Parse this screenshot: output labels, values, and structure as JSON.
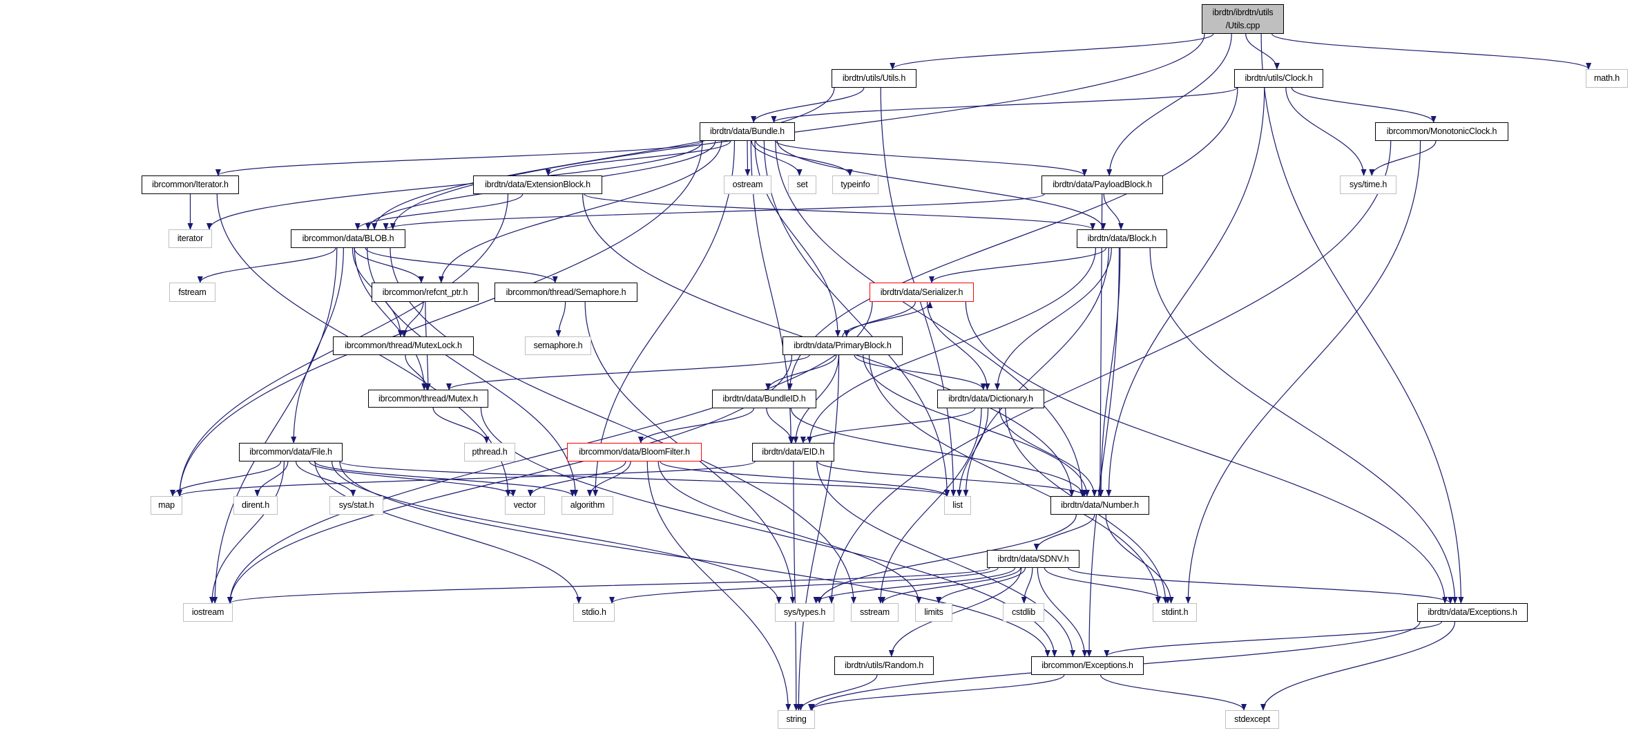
{
  "graph": {
    "colors": {
      "edge": "#191970",
      "file_border": "#000000",
      "system_border": "#bfbfbf",
      "truncated_border": "#ff0000",
      "root_fill": "#bfbfbf"
    },
    "nodes": [
      {
        "id": "utils_cpp",
        "label": "ibrdtn/ibrdtn/utils\n/Utils.cpp",
        "kind": "root"
      },
      {
        "id": "utils_h",
        "label": "ibrdtn/utils/Utils.h",
        "kind": "file"
      },
      {
        "id": "clock_h",
        "label": "ibrdtn/utils/Clock.h",
        "kind": "file"
      },
      {
        "id": "math_h",
        "label": "math.h",
        "kind": "system"
      },
      {
        "id": "monoclock_h",
        "label": "ibrcommon/MonotonicClock.h",
        "kind": "file"
      },
      {
        "id": "bundle_h",
        "label": "ibrdtn/data/Bundle.h",
        "kind": "file"
      },
      {
        "id": "systime_h",
        "label": "sys/time.h",
        "kind": "system"
      },
      {
        "id": "iterator_hdr",
        "label": "ibrcommon/Iterator.h",
        "kind": "file"
      },
      {
        "id": "extblock_h",
        "label": "ibrdtn/data/ExtensionBlock.h",
        "kind": "file"
      },
      {
        "id": "ostream",
        "label": "ostream",
        "kind": "system"
      },
      {
        "id": "set",
        "label": "set",
        "kind": "system"
      },
      {
        "id": "typeinfo",
        "label": "typeinfo",
        "kind": "system"
      },
      {
        "id": "payload_h",
        "label": "ibrdtn/data/PayloadBlock.h",
        "kind": "file"
      },
      {
        "id": "iterator",
        "label": "iterator",
        "kind": "system"
      },
      {
        "id": "blob_h",
        "label": "ibrcommon/data/BLOB.h",
        "kind": "file"
      },
      {
        "id": "block_h",
        "label": "ibrdtn/data/Block.h",
        "kind": "file"
      },
      {
        "id": "fstream",
        "label": "fstream",
        "kind": "system"
      },
      {
        "id": "refcnt_h",
        "label": "ibrcommon/refcnt_ptr.h",
        "kind": "file"
      },
      {
        "id": "semaphore_hdr",
        "label": "ibrcommon/thread/Semaphore.h",
        "kind": "file"
      },
      {
        "id": "serializer_h",
        "label": "ibrdtn/data/Serializer.h",
        "kind": "truncated"
      },
      {
        "id": "mutexlock_h",
        "label": "ibrcommon/thread/MutexLock.h",
        "kind": "file"
      },
      {
        "id": "semaphore_h",
        "label": "semaphore.h",
        "kind": "system"
      },
      {
        "id": "primary_h",
        "label": "ibrdtn/data/PrimaryBlock.h",
        "kind": "file"
      },
      {
        "id": "mutex_h",
        "label": "ibrcommon/thread/Mutex.h",
        "kind": "file"
      },
      {
        "id": "bundleid_h",
        "label": "ibrdtn/data/BundleID.h",
        "kind": "file"
      },
      {
        "id": "dictionary_h",
        "label": "ibrdtn/data/Dictionary.h",
        "kind": "file"
      },
      {
        "id": "file_h",
        "label": "ibrcommon/data/File.h",
        "kind": "file"
      },
      {
        "id": "pthread_h",
        "label": "pthread.h",
        "kind": "system"
      },
      {
        "id": "bloom_h",
        "label": "ibrcommon/data/BloomFilter.h",
        "kind": "truncated"
      },
      {
        "id": "eid_h",
        "label": "ibrdtn/data/EID.h",
        "kind": "file"
      },
      {
        "id": "map",
        "label": "map",
        "kind": "system"
      },
      {
        "id": "dirent_h",
        "label": "dirent.h",
        "kind": "system"
      },
      {
        "id": "sysstat_h",
        "label": "sys/stat.h",
        "kind": "system"
      },
      {
        "id": "vector",
        "label": "vector",
        "kind": "system"
      },
      {
        "id": "algorithm",
        "label": "algorithm",
        "kind": "system"
      },
      {
        "id": "list",
        "label": "list",
        "kind": "system"
      },
      {
        "id": "number_h",
        "label": "ibrdtn/data/Number.h",
        "kind": "file"
      },
      {
        "id": "sdnv_h",
        "label": "ibrdtn/data/SDNV.h",
        "kind": "file"
      },
      {
        "id": "iostream",
        "label": "iostream",
        "kind": "system"
      },
      {
        "id": "stdio_h",
        "label": "stdio.h",
        "kind": "system"
      },
      {
        "id": "systypes_h",
        "label": "sys/types.h",
        "kind": "system"
      },
      {
        "id": "sstream",
        "label": "sstream",
        "kind": "system"
      },
      {
        "id": "limits",
        "label": "limits",
        "kind": "system"
      },
      {
        "id": "cstdlib",
        "label": "cstdlib",
        "kind": "system"
      },
      {
        "id": "stdint_h",
        "label": "stdint.h",
        "kind": "system"
      },
      {
        "id": "dexceptions_h",
        "label": "ibrdtn/data/Exceptions.h",
        "kind": "file"
      },
      {
        "id": "random_h",
        "label": "ibrdtn/utils/Random.h",
        "kind": "file"
      },
      {
        "id": "cexceptions_h",
        "label": "ibrcommon/Exceptions.h",
        "kind": "file"
      },
      {
        "id": "string",
        "label": "string",
        "kind": "system"
      },
      {
        "id": "stdexcept",
        "label": "stdexcept",
        "kind": "system"
      }
    ],
    "edges": [
      [
        "utils_cpp",
        "utils_h"
      ],
      [
        "utils_cpp",
        "blob_h"
      ],
      [
        "utils_cpp",
        "payload_h"
      ],
      [
        "utils_cpp",
        "clock_h"
      ],
      [
        "utils_cpp",
        "math_h"
      ],
      [
        "utils_cpp",
        "dexceptions_h"
      ],
      [
        "utils_h",
        "bundle_h"
      ],
      [
        "utils_h",
        "blob_h"
      ],
      [
        "utils_h",
        "list"
      ],
      [
        "clock_h",
        "bundle_h"
      ],
      [
        "clock_h",
        "bundleid_h"
      ],
      [
        "clock_h",
        "number_h"
      ],
      [
        "clock_h",
        "systime_h"
      ],
      [
        "clock_h",
        "monoclock_h"
      ],
      [
        "monoclock_h",
        "systime_h"
      ],
      [
        "monoclock_h",
        "stdint_h"
      ],
      [
        "monoclock_h",
        "systypes_h"
      ],
      [
        "bundle_h",
        "iterator_hdr"
      ],
      [
        "bundle_h",
        "iterator"
      ],
      [
        "bundle_h",
        "map"
      ],
      [
        "bundle_h",
        "algorithm"
      ],
      [
        "bundle_h",
        "blob_h"
      ],
      [
        "bundle_h",
        "extblock_h"
      ],
      [
        "bundle_h",
        "refcnt_h"
      ],
      [
        "bundle_h",
        "ostream"
      ],
      [
        "bundle_h",
        "set"
      ],
      [
        "bundle_h",
        "typeinfo"
      ],
      [
        "bundle_h",
        "payload_h"
      ],
      [
        "bundle_h",
        "block_h"
      ],
      [
        "bundle_h",
        "primary_h"
      ],
      [
        "bundle_h",
        "eid_h"
      ],
      [
        "bundle_h",
        "list"
      ],
      [
        "bundle_h",
        "number_h"
      ],
      [
        "iterator_hdr",
        "iterator"
      ],
      [
        "iterator_hdr",
        "vector"
      ],
      [
        "extblock_h",
        "blob_h"
      ],
      [
        "extblock_h",
        "map"
      ],
      [
        "extblock_h",
        "block_h"
      ],
      [
        "extblock_h",
        "number_h"
      ],
      [
        "payload_h",
        "blob_h"
      ],
      [
        "payload_h",
        "block_h"
      ],
      [
        "payload_h",
        "number_h"
      ],
      [
        "block_h",
        "serializer_h"
      ],
      [
        "block_h",
        "dictionary_h"
      ],
      [
        "block_h",
        "eid_h"
      ],
      [
        "block_h",
        "list"
      ],
      [
        "block_h",
        "number_h"
      ],
      [
        "block_h",
        "dexceptions_h"
      ],
      [
        "block_h",
        "cexceptions_h"
      ],
      [
        "blob_h",
        "fstream"
      ],
      [
        "blob_h",
        "refcnt_h"
      ],
      [
        "blob_h",
        "semaphore_hdr"
      ],
      [
        "blob_h",
        "mutexlock_h"
      ],
      [
        "blob_h",
        "mutex_h"
      ],
      [
        "blob_h",
        "file_h"
      ],
      [
        "blob_h",
        "iostream"
      ],
      [
        "blob_h",
        "sstream"
      ],
      [
        "blob_h",
        "algorithm"
      ],
      [
        "refcnt_h",
        "mutexlock_h"
      ],
      [
        "refcnt_h",
        "mutex_h"
      ],
      [
        "semaphore_hdr",
        "semaphore_h"
      ],
      [
        "semaphore_hdr",
        "systypes_h"
      ],
      [
        "mutexlock_h",
        "mutex_h"
      ],
      [
        "mutex_h",
        "pthread_h"
      ],
      [
        "mutex_h",
        "cexceptions_h"
      ],
      [
        "serializer_h",
        "primary_h"
      ],
      [
        "serializer_h",
        "dictionary_h"
      ],
      [
        "serializer_h",
        "dexceptions_h"
      ],
      [
        "serializer_h",
        "iostream"
      ],
      [
        "primary_h",
        "serializer_h"
      ],
      [
        "primary_h",
        "mutex_h"
      ],
      [
        "primary_h",
        "bundleid_h"
      ],
      [
        "primary_h",
        "eid_h"
      ],
      [
        "primary_h",
        "dictionary_h"
      ],
      [
        "primary_h",
        "number_h"
      ],
      [
        "primary_h",
        "stdint_h"
      ],
      [
        "primary_h",
        "iostream"
      ],
      [
        "primary_h",
        "string"
      ],
      [
        "file_h",
        "map"
      ],
      [
        "file_h",
        "dirent_h"
      ],
      [
        "file_h",
        "sysstat_h"
      ],
      [
        "file_h",
        "iostream"
      ],
      [
        "file_h",
        "vector"
      ],
      [
        "file_h",
        "list"
      ],
      [
        "file_h",
        "stdio_h"
      ],
      [
        "file_h",
        "systypes_h"
      ],
      [
        "file_h",
        "cexceptions_h"
      ],
      [
        "file_h",
        "algorithm"
      ],
      [
        "bundleid_h",
        "bloom_h"
      ],
      [
        "bundleid_h",
        "eid_h"
      ],
      [
        "bundleid_h",
        "number_h"
      ],
      [
        "dictionary_h",
        "eid_h"
      ],
      [
        "dictionary_h",
        "list"
      ],
      [
        "dictionary_h",
        "number_h"
      ],
      [
        "dictionary_h",
        "sstream"
      ],
      [
        "dictionary_h",
        "stdint_h"
      ],
      [
        "bloom_h",
        "vector"
      ],
      [
        "bloom_h",
        "algorithm"
      ],
      [
        "bloom_h",
        "string"
      ],
      [
        "bloom_h",
        "limits"
      ],
      [
        "bloom_h",
        "list"
      ],
      [
        "eid_h",
        "map"
      ],
      [
        "eid_h",
        "string"
      ],
      [
        "eid_h",
        "number_h"
      ],
      [
        "eid_h",
        "cexceptions_h"
      ],
      [
        "number_h",
        "sdnv_h"
      ],
      [
        "number_h",
        "stdint_h"
      ],
      [
        "number_h",
        "systypes_h"
      ],
      [
        "sdnv_h",
        "iostream"
      ],
      [
        "sdnv_h",
        "stdio_h"
      ],
      [
        "sdnv_h",
        "systypes_h"
      ],
      [
        "sdnv_h",
        "sstream"
      ],
      [
        "sdnv_h",
        "limits"
      ],
      [
        "sdnv_h",
        "cstdlib"
      ],
      [
        "sdnv_h",
        "stdint_h"
      ],
      [
        "sdnv_h",
        "random_h"
      ],
      [
        "sdnv_h",
        "cexceptions_h"
      ],
      [
        "sdnv_h",
        "dexceptions_h"
      ],
      [
        "random_h",
        "string"
      ],
      [
        "cexceptions_h",
        "string"
      ],
      [
        "cexceptions_h",
        "stdexcept"
      ],
      [
        "dexceptions_h",
        "cexceptions_h"
      ],
      [
        "dexceptions_h",
        "string"
      ],
      [
        "dexceptions_h",
        "stdexcept"
      ]
    ]
  }
}
